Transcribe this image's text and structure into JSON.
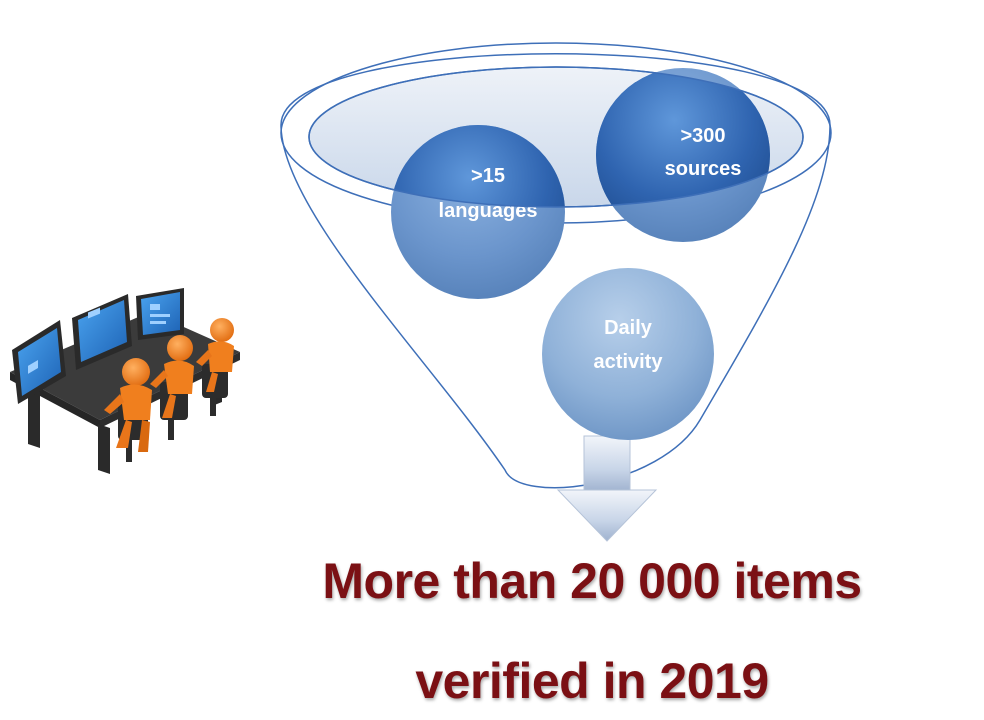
{
  "circles": {
    "languages": {
      "line1": ">15",
      "line2": "languages"
    },
    "sources": {
      "line1": ">300",
      "line2": "sources"
    },
    "activity": {
      "line1": "Daily",
      "line2": "activity"
    }
  },
  "headline": {
    "line1": "More than 20 000 items",
    "line2": "verified in 2019"
  },
  "colors": {
    "circle_dark": "#2f64b0",
    "circle_light": "#8fb1d8",
    "funnel_outline": "#3e6fb8",
    "headline": "#7b1014",
    "operator_orange": "#f07f1e",
    "monitor_blue": "#2b7fd0"
  },
  "icons": [
    "operators-at-monitors-icon",
    "down-arrow-icon"
  ]
}
